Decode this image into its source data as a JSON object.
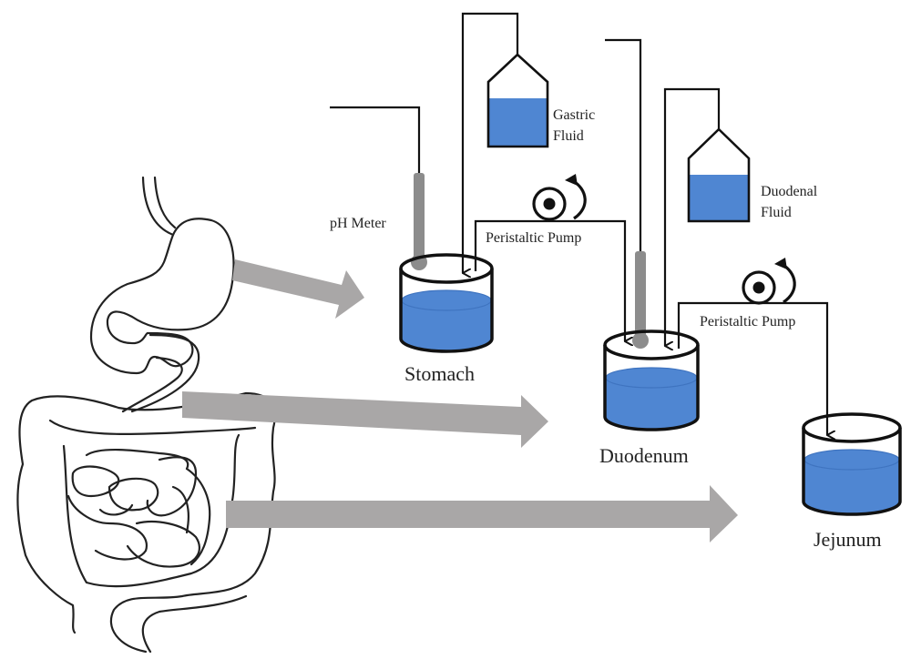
{
  "colors": {
    "fluid": "#4f86d2",
    "fluid_surface": "#3f74c0",
    "probe": "#8c8c8c",
    "flow_arrow": "#a9a7a7",
    "outline": "#111111"
  },
  "labels": {
    "ph_meter": "pH Meter",
    "gastric_fluid_line1": "Gastric",
    "gastric_fluid_line2": "Fluid",
    "duodenal_fluid_line1": "Duodenal",
    "duodenal_fluid_line2": "Fluid",
    "pump1": "Peristaltic Pump",
    "pump2": "Peristaltic Pump",
    "stomach": "Stomach",
    "duodenum": "Duodenum",
    "jejunum": "Jejunum"
  },
  "nodes": [
    {
      "id": "gastric-fluid",
      "label": "Gastric Fluid",
      "kind": "reservoir"
    },
    {
      "id": "duodenal-fluid",
      "label": "Duodenal Fluid",
      "kind": "reservoir"
    },
    {
      "id": "stomach",
      "label": "Stomach",
      "kind": "vessel"
    },
    {
      "id": "duodenum",
      "label": "Duodenum",
      "kind": "vessel"
    },
    {
      "id": "jejunum",
      "label": "Jejunum",
      "kind": "vessel"
    },
    {
      "id": "pump1",
      "label": "Peristaltic Pump",
      "kind": "pump"
    },
    {
      "id": "pump2",
      "label": "Peristaltic Pump",
      "kind": "pump"
    },
    {
      "id": "ph-meter-1",
      "label": "pH Meter",
      "kind": "probe"
    },
    {
      "id": "ph-meter-2",
      "label": "",
      "kind": "probe"
    }
  ],
  "edges": [
    {
      "from": "gastric-fluid",
      "to": "stomach"
    },
    {
      "from": "stomach",
      "to": "duodenum",
      "via": "pump1"
    },
    {
      "from": "duodenal-fluid",
      "to": "duodenum"
    },
    {
      "from": "duodenum",
      "to": "jejunum",
      "via": "pump2"
    },
    {
      "from": "anatomy-stomach",
      "to": "stomach",
      "kind": "mapping-arrow"
    },
    {
      "from": "anatomy-duodenum",
      "to": "duodenum",
      "kind": "mapping-arrow"
    },
    {
      "from": "anatomy-jejunum",
      "to": "jejunum",
      "kind": "mapping-arrow"
    }
  ]
}
